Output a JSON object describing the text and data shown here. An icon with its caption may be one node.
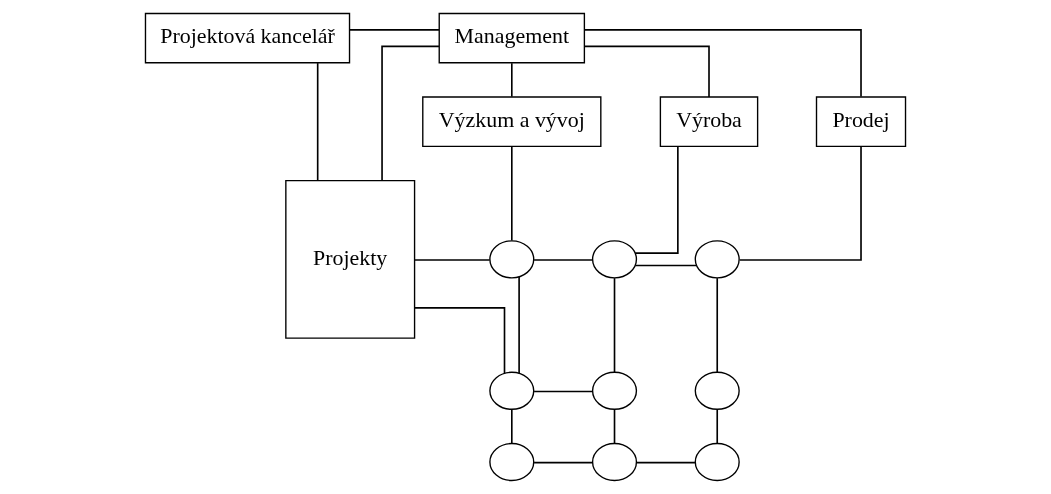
{
  "diagram": {
    "nodes": [
      {
        "text": [
          "Projektová kancelář"
        ]
      },
      {
        "text": [
          "Management"
        ]
      },
      {
        "text": [
          "Výzkum a vývoj"
        ]
      },
      {
        "text": [
          "Výroba"
        ]
      },
      {
        "text": [
          "Prodej"
        ]
      },
      {
        "text": [
          "Projekty"
        ]
      },
      {
        "text": [],
        "shape": "circle"
      },
      {
        "text": [],
        "shape": "circle"
      },
      {
        "text": [],
        "shape": "circle"
      },
      {
        "text": [],
        "shape": "circle"
      },
      {
        "text": [],
        "shape": "circle"
      },
      {
        "text": [],
        "shape": "circle"
      },
      {
        "text": [],
        "shape": "circle"
      },
      {
        "text": [],
        "shape": "circle"
      },
      {
        "text": [],
        "shape": "circle"
      }
    ],
    "edges": [
      {
        "from": 0,
        "to": 1,
        "arrow": "none"
      },
      {
        "from": 1,
        "to": 2,
        "arrow": "none"
      },
      {
        "from": 1,
        "to": 3,
        "arrow": "none"
      },
      {
        "from": 1,
        "to": 4,
        "arrow": "none"
      },
      {
        "from": 1,
        "to": 5,
        "arrow": "none"
      },
      {
        "from": 0,
        "to": 5,
        "arrow": "none"
      },
      {
        "from": 2,
        "to": 6,
        "arrow": "none"
      },
      {
        "from": 6,
        "to": 9,
        "arrow": "none"
      },
      {
        "from": 9,
        "to": 12,
        "arrow": "none"
      },
      {
        "from": 3,
        "to": 7,
        "arrow": "none"
      },
      {
        "from": 7,
        "to": 10,
        "arrow": "none"
      },
      {
        "from": 10,
        "to": 13,
        "arrow": "none"
      },
      {
        "from": 4,
        "to": 8,
        "arrow": "none"
      },
      {
        "from": 8,
        "to": 11,
        "arrow": "none"
      },
      {
        "from": 11,
        "to": 14,
        "arrow": "none"
      },
      {
        "from": 5,
        "to": 6,
        "arrow": "none"
      },
      {
        "from": 6,
        "to": 7,
        "arrow": "none"
      },
      {
        "from": 7,
        "to": 8,
        "arrow": "none"
      },
      {
        "from": 5,
        "to": 9,
        "arrow": "none"
      },
      {
        "from": 9,
        "to": 10,
        "arrow": "none"
      },
      {
        "from": 12,
        "to": 13,
        "arrow": "none"
      },
      {
        "from": 13,
        "to": 14,
        "arrow": "none"
      }
    ]
  }
}
